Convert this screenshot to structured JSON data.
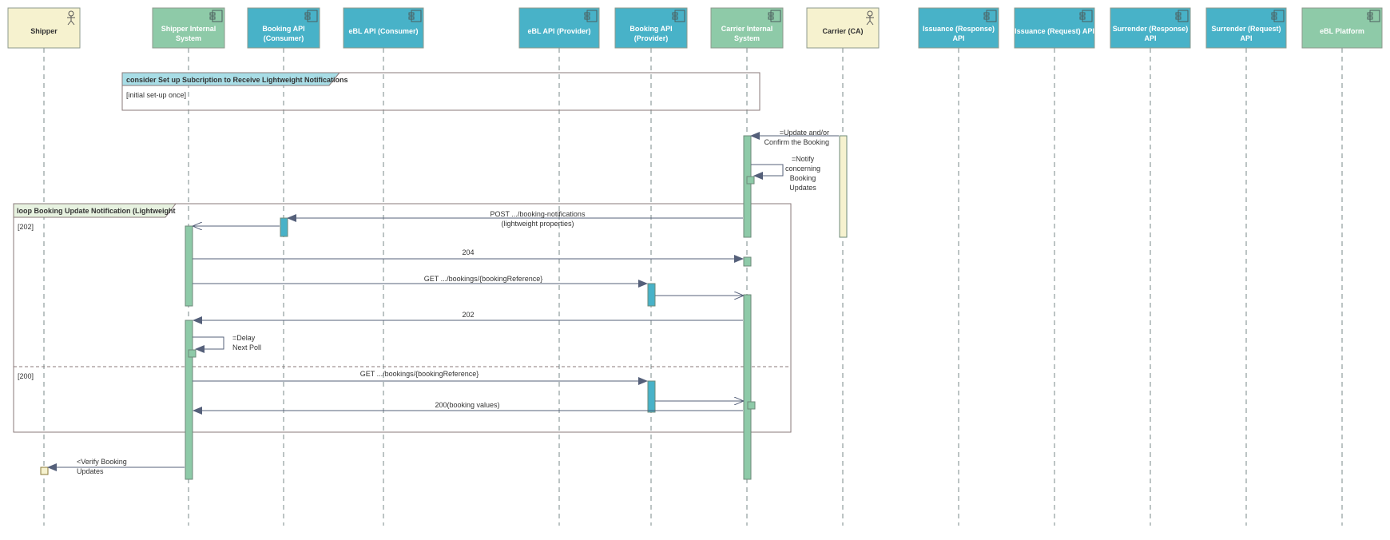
{
  "participants": [
    {
      "label": "Shipper",
      "kind": "actor",
      "fill": "#f6f2cf"
    },
    {
      "label": "Shipper Internal\nSystem",
      "kind": "component",
      "fill": "#8ecaa8"
    },
    {
      "label": "Booking API\n(Consumer)",
      "kind": "component",
      "fill": "#48b2c8"
    },
    {
      "label": "eBL API (Consumer)",
      "kind": "component",
      "fill": "#48b2c8"
    },
    {
      "label": "eBL API (Provider)",
      "kind": "component",
      "fill": "#48b2c8"
    },
    {
      "label": "Booking API\n(Provider)",
      "kind": "component",
      "fill": "#48b2c8"
    },
    {
      "label": "Carrier Internal\nSystem",
      "kind": "component",
      "fill": "#8ecaa8"
    },
    {
      "label": "Carrier (CA)",
      "kind": "actor",
      "fill": "#f6f2cf"
    },
    {
      "label": "Issuance (Response)\nAPI",
      "kind": "component",
      "fill": "#48b2c8"
    },
    {
      "label": "Issuance (Request) API",
      "kind": "component",
      "fill": "#48b2c8"
    },
    {
      "label": "Surrender (Response)\nAPI",
      "kind": "component",
      "fill": "#48b2c8"
    },
    {
      "label": "Surrender (Request)\nAPI",
      "kind": "component",
      "fill": "#48b2c8"
    },
    {
      "label": "eBL Platform",
      "kind": "component",
      "fill": "#8ecaa8"
    }
  ],
  "fragments": [
    {
      "title": "consider Set up Subcription to Receive Lightweight Notifications",
      "guard": "[initial set-up once]",
      "title_fill": "#a8dde6"
    },
    {
      "title": "loop Booking Update Notification (Lightweight",
      "guards": [
        "[202]",
        "[200]"
      ],
      "title_fill": "#e7f2e0"
    }
  ],
  "messages": [
    {
      "label": "=Update and/or\nConfirm the Booking"
    },
    {
      "label": "=Notify\nconcerning\nBooking\nUpdates"
    },
    {
      "label": "POST .../booking-notifications\n(lightweight properties)"
    },
    {
      "label": "204"
    },
    {
      "label": "GET .../bookings/{bookingReference}"
    },
    {
      "label": "202"
    },
    {
      "label": "=Delay\nNext Poll"
    },
    {
      "label": "GET .../bookings/{bookingReference}"
    },
    {
      "label": "200(booking values)"
    },
    {
      "label": "<Verify Booking\nUpdates"
    }
  ],
  "colors": {
    "line": "#55607a",
    "activation_green": "#8ecaa8",
    "activation_blue": "#48b2c8",
    "activation_actor": "#f6f2cf"
  }
}
